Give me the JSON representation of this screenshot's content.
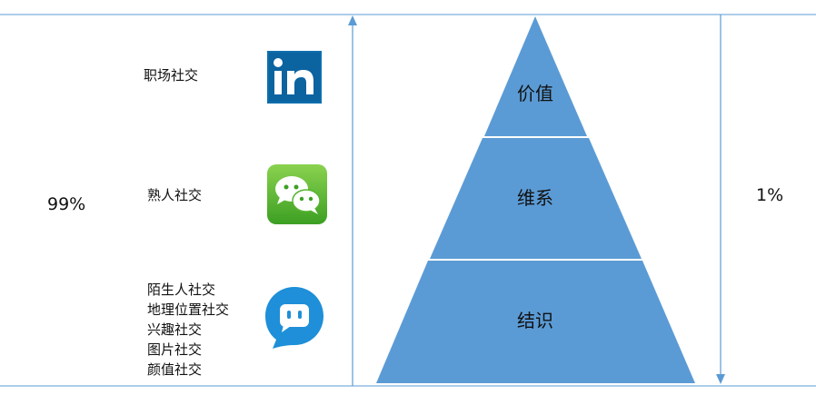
{
  "left_percent": "99%",
  "right_percent": "1%",
  "categories": {
    "workplace": "职场社交",
    "acquaintance": "熟人社交",
    "stranger_lines": [
      "陌生人社交",
      "地理位置社交",
      "兴趣社交",
      "图片社交",
      "颜值社交"
    ]
  },
  "icons": {
    "workplace": "linkedin-icon",
    "acquaintance": "wechat-icon",
    "stranger": "momo-icon"
  },
  "pyramid": {
    "top": "价值",
    "middle": "维系",
    "bottom": "结识"
  },
  "colors": {
    "pyramid_fill": "#5B9BD5",
    "line": "#5B9BD5",
    "linkedin": "#0E6FAE",
    "wechat_green": "#57B431",
    "momo_blue": "#1E8FD8"
  }
}
